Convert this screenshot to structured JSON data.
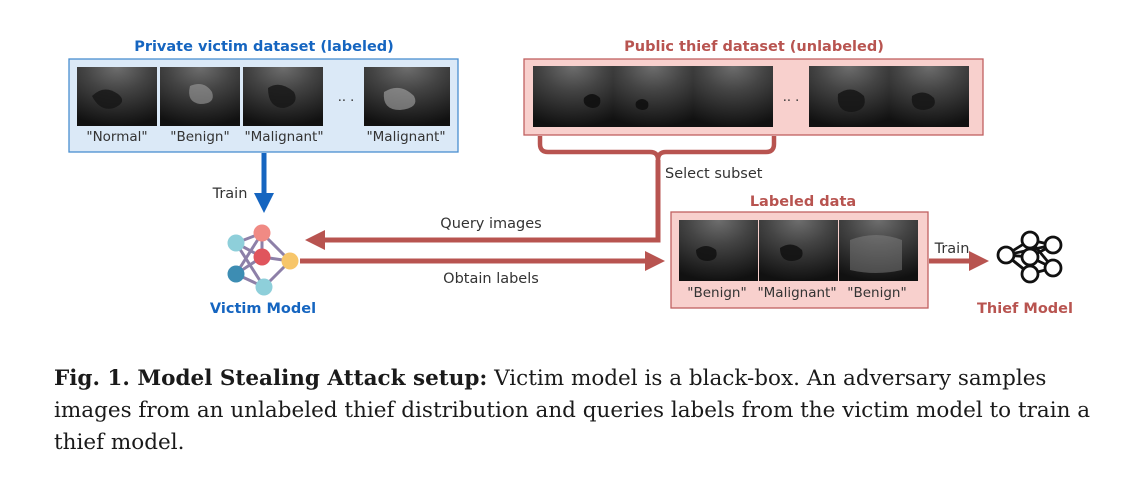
{
  "private_dataset": {
    "title": "Private victim dataset (labeled)",
    "labels": [
      "\"Normal\"",
      "\"Benign\"",
      "\"Malignant\"",
      "\"Malignant\""
    ],
    "ellipsis": "·· ·"
  },
  "public_dataset": {
    "title": "Public thief dataset (unlabeled)",
    "ellipsis": "·· ·"
  },
  "labeled_data": {
    "title": "Labeled data",
    "labels": [
      "\"Benign\"",
      "\"Malignant\"",
      "\"Benign\""
    ]
  },
  "arrows": {
    "train_victim": "Train",
    "select_subset": "Select subset",
    "query_images": "Query images",
    "obtain_labels": "Obtain labels",
    "train_thief": "Train"
  },
  "victim_model": {
    "label": "Victim Model"
  },
  "thief_model": {
    "label": "Thief Model"
  },
  "caption": {
    "lead": "Fig. 1. Model Stealing Attack setup:",
    "text": " Victim model is a black-box. An adversary samples images from an unlabeled thief distribution and queries labels from the victim model to train a thief model."
  },
  "colors": {
    "victim_blue": "#1565c0",
    "thief_red": "#b85450",
    "victim_box_fill": "#dbe9f7",
    "thief_box_fill": "#f8d0cd"
  }
}
